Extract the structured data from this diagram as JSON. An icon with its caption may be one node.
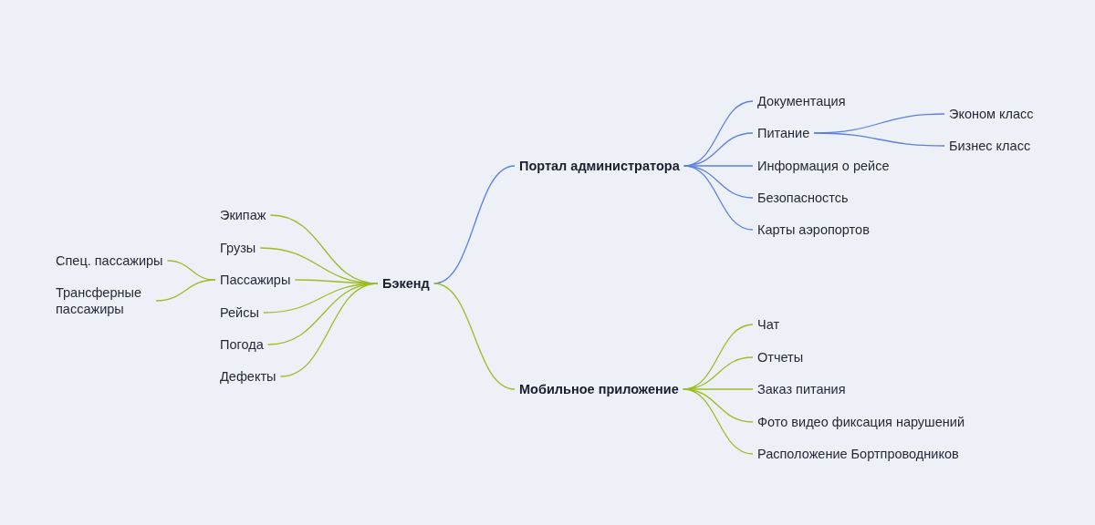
{
  "diagram": {
    "nodes": [
      {
        "text": [
          "Бэкенд"
        ]
      },
      {
        "text": [
          "Портал администратора"
        ]
      },
      {
        "text": [
          "Документация"
        ]
      },
      {
        "text": [
          "Питание"
        ]
      },
      {
        "text": [
          "Эконом класс"
        ]
      },
      {
        "text": [
          "Бизнес класс"
        ]
      },
      {
        "text": [
          "Информация о рейсе"
        ]
      },
      {
        "text": [
          "Безопасностсь"
        ]
      },
      {
        "text": [
          "Карты аэропортов"
        ]
      },
      {
        "text": [
          "Мобильное приложение"
        ]
      },
      {
        "text": [
          "Чат"
        ]
      },
      {
        "text": [
          "Отчеты"
        ]
      },
      {
        "text": [
          "Заказ питания"
        ]
      },
      {
        "text": [
          "Фото видео фиксация нарушений"
        ]
      },
      {
        "text": [
          "Расположение Бортпроводников"
        ]
      },
      {
        "text": [
          "Экипаж"
        ]
      },
      {
        "text": [
          "Грузы"
        ]
      },
      {
        "text": [
          "Пассажиры"
        ]
      },
      {
        "text": [
          "Спец. пассажиры"
        ]
      },
      {
        "text": [
          "Трансферные пассажиры"
        ]
      },
      {
        "text": [
          "Рейсы"
        ]
      },
      {
        "text": [
          "Погода"
        ]
      },
      {
        "text": [
          "Дефекты"
        ]
      }
    ],
    "edges": [
      {
        "from": 0,
        "to": 1,
        "arrow": "none",
        "color": "#5b80e0"
      },
      {
        "from": 1,
        "to": 2,
        "arrow": "none",
        "color": "#5b80e0"
      },
      {
        "from": 1,
        "to": 3,
        "arrow": "none",
        "color": "#5b80e0"
      },
      {
        "from": 3,
        "to": 4,
        "arrow": "none",
        "color": "#5b80e0"
      },
      {
        "from": 3,
        "to": 5,
        "arrow": "none",
        "color": "#5b80e0"
      },
      {
        "from": 1,
        "to": 6,
        "arrow": "none",
        "color": "#5b80e0"
      },
      {
        "from": 1,
        "to": 7,
        "arrow": "none",
        "color": "#5b80e0"
      },
      {
        "from": 1,
        "to": 8,
        "arrow": "none",
        "color": "#5b80e0"
      },
      {
        "from": 0,
        "to": 9,
        "arrow": "none"
      },
      {
        "from": 9,
        "to": 10,
        "arrow": "none"
      },
      {
        "from": 9,
        "to": 11,
        "arrow": "none"
      },
      {
        "from": 9,
        "to": 12,
        "arrow": "none"
      },
      {
        "from": 9,
        "to": 13,
        "arrow": "none"
      },
      {
        "from": 9,
        "to": 14,
        "arrow": "none"
      },
      {
        "from": 0,
        "to": 15,
        "arrow": "none"
      },
      {
        "from": 0,
        "to": 16,
        "arrow": "none"
      },
      {
        "from": 0,
        "to": 17,
        "arrow": "none"
      },
      {
        "from": 17,
        "to": 18,
        "arrow": "none"
      },
      {
        "from": 17,
        "to": 19,
        "arrow": "none"
      },
      {
        "from": 0,
        "to": 20,
        "arrow": "none"
      },
      {
        "from": 0,
        "to": 21,
        "arrow": "none"
      },
      {
        "from": 0,
        "to": 22,
        "arrow": "none"
      }
    ]
  }
}
